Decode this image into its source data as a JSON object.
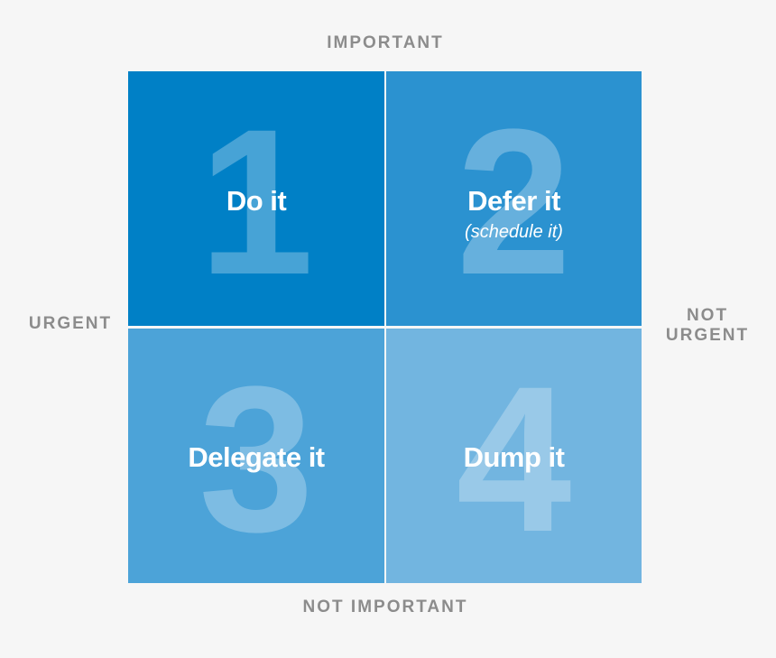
{
  "axes": {
    "top": "IMPORTANT",
    "bottom": "NOT IMPORTANT",
    "left": "URGENT",
    "right_line1": "NOT",
    "right_line2": "URGENT"
  },
  "quadrants": [
    {
      "number": "1",
      "title": "Do it",
      "subtitle": "",
      "color": "#0080c6"
    },
    {
      "number": "2",
      "title": "Defer it",
      "subtitle": "(schedule it)",
      "color": "#2b92d0"
    },
    {
      "number": "3",
      "title": "Delegate it",
      "subtitle": "",
      "color": "#4ca3d8"
    },
    {
      "number": "4",
      "title": "Dump it",
      "subtitle": "",
      "color": "#72b5e0"
    }
  ],
  "colors": {
    "background": "#f6f6f6",
    "axis_text": "#8c8c8c",
    "divider": "#ffffff"
  }
}
